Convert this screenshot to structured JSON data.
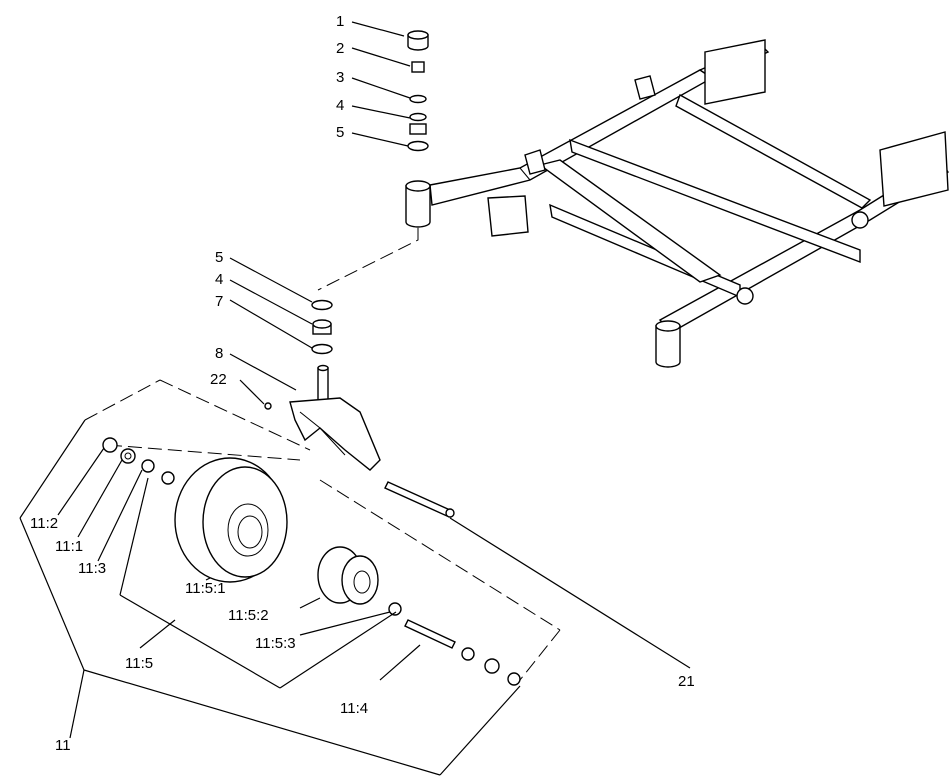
{
  "callouts": {
    "c1": "1",
    "c2": "2",
    "c3": "3",
    "c4a": "4",
    "c5a": "5",
    "c5b": "5",
    "c4b": "4",
    "c7": "7",
    "c8": "8",
    "c22": "22",
    "c11_2": "11:2",
    "c11_1": "11:1",
    "c11_3": "11:3",
    "c11_5_1": "11:5:1",
    "c11_5_2": "11:5:2",
    "c11_5_3": "11:5:3",
    "c11_5": "11:5",
    "c11_4": "11:4",
    "c11": "11",
    "c21": "21"
  }
}
